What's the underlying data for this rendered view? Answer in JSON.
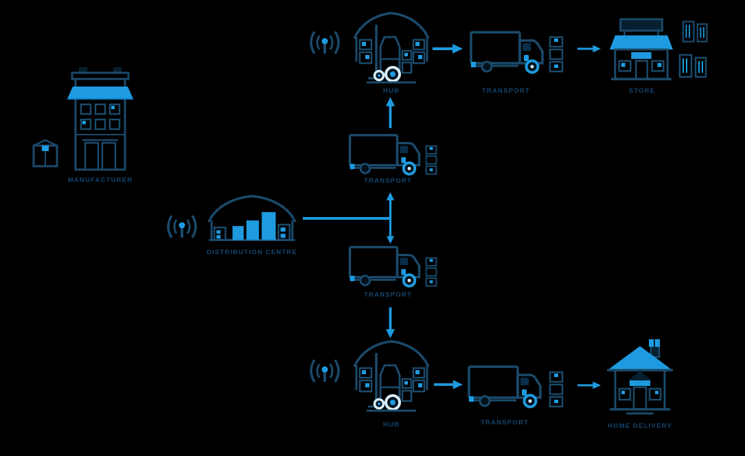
{
  "diagram": {
    "type": "supply-chain-flow-diagram",
    "colors": {
      "background": "#000000",
      "outline": "#1b4a6b",
      "outline_fill": "#07202f",
      "accent": "#1e9be0",
      "wheel_ring": "#d9edfa",
      "label_text": "#12456f"
    },
    "nodes": {
      "manufacturer": {
        "label": "MANUFACTURER",
        "icon": "factory-building-icon"
      },
      "package": {
        "icon": "package-icon"
      },
      "distribution_centre": {
        "label": "DISTRIBUTION CENTRE",
        "icon": "warehouse-bar-chart-icon"
      },
      "signal_dc": {
        "icon": "wireless-signal-icon"
      },
      "signal_top": {
        "icon": "wireless-signal-icon"
      },
      "signal_bottom": {
        "icon": "wireless-signal-icon"
      },
      "hub_top": {
        "label": "HUB",
        "icon": "warehouse-forklift-icon"
      },
      "hub_bottom": {
        "label": "HUB",
        "icon": "warehouse-forklift-icon"
      },
      "transport_top": {
        "label": "TRANSPORT",
        "icon": "delivery-truck-icon"
      },
      "transport_mid_upper": {
        "label": "TRANSPORT",
        "icon": "delivery-truck-icon"
      },
      "transport_mid_lower": {
        "label": "TRANSPORT",
        "icon": "delivery-truck-icon"
      },
      "transport_bottom": {
        "label": "TRANSPORT",
        "icon": "delivery-truck-icon"
      },
      "store": {
        "label": "STORE",
        "icon": "storefront-icon"
      },
      "store_parcels_upper": {
        "icon": "parcel-bags-icon"
      },
      "store_parcels_lower": {
        "icon": "parcel-bags-icon"
      },
      "home_delivery": {
        "label": "HOME DELIVERY",
        "icon": "house-icon"
      }
    },
    "connectors": [
      {
        "from": "distribution_centre",
        "to": "transport_mid_upper",
        "direction": "up"
      },
      {
        "from": "transport_mid_upper",
        "to": "hub_top",
        "direction": "up"
      },
      {
        "from": "hub_top",
        "to": "transport_top",
        "direction": "right"
      },
      {
        "from": "transport_top",
        "to": "store",
        "direction": "right"
      },
      {
        "from": "distribution_centre",
        "to": "transport_mid_lower",
        "direction": "down"
      },
      {
        "from": "transport_mid_lower",
        "to": "hub_bottom",
        "direction": "down"
      },
      {
        "from": "hub_bottom",
        "to": "transport_bottom",
        "direction": "right"
      },
      {
        "from": "transport_bottom",
        "to": "home_delivery",
        "direction": "right"
      }
    ]
  }
}
